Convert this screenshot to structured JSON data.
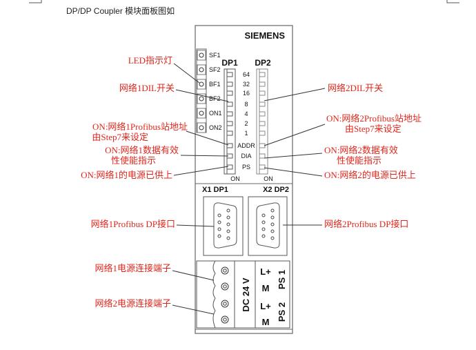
{
  "title": "DP/DP Coupler 模块面板图如",
  "panel": {
    "brand": "SIEMENS",
    "leds": [
      "SF1",
      "SF2",
      "BF1",
      "BF2",
      "ON1",
      "ON2"
    ],
    "dp1": "DP1",
    "dp2": "DP2",
    "switch_labels": [
      "64",
      "32",
      "16",
      "8",
      "4",
      "2",
      "1",
      "ADDR",
      "DIA",
      "PS"
    ],
    "on1": "ON",
    "on2": "ON",
    "x1": "X1 DP1",
    "x2": "X2 DP2",
    "dc": "DC 24 V",
    "lplus1": "L+",
    "m1": "M",
    "lplus2": "L+",
    "m2": "M",
    "ps1": "PS 1",
    "ps2": "PS 2"
  },
  "callouts": {
    "led": "LED指示灯",
    "dil1": "网络1DIL开关",
    "addr1_a": "ON:网络1Profibus站地址",
    "addr1_b": "由Step7来设定",
    "dia1_a": "ON:网络1数据有效",
    "dia1_b": "性使能指示",
    "ps1": "ON:网络1的电源已供上",
    "dil2": "网络2DIL开关",
    "addr2_a": "ON:网络2Profibus站地址",
    "addr2_b": "由Step7来设定",
    "dia2_a": "ON:网络2数据有效",
    "dia2_b": "性使能指示",
    "ps2": "ON:网络2的电源已供上",
    "dp_if1": "网络1Profibus DP接口",
    "dp_if2": "网络2Profibus DP接口",
    "pwr1": "网络1电源连接端子",
    "pwr2": "网络2电源连接端子"
  },
  "colors": {
    "callout": "#e0261c"
  }
}
